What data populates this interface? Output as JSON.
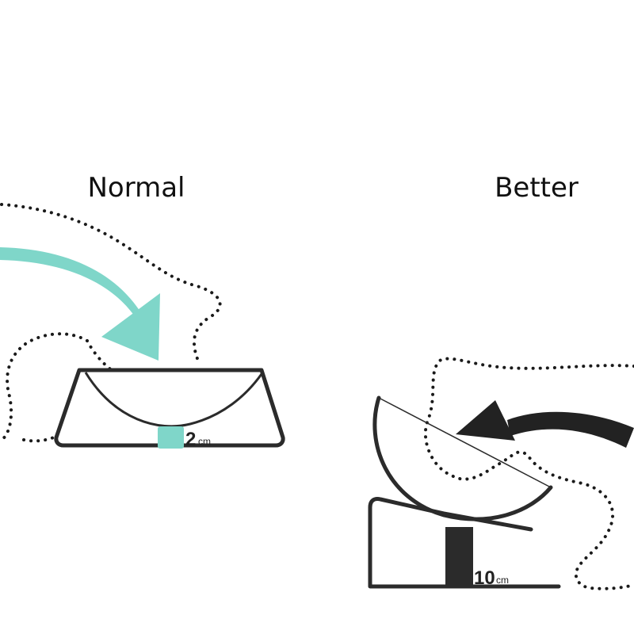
{
  "panels": {
    "normal": {
      "title": "Normal",
      "height_value": "2",
      "height_unit": "cm"
    },
    "better": {
      "title": "Better",
      "height_value": "10",
      "height_unit": "cm"
    }
  },
  "colors": {
    "line": "#2b2b2b",
    "accent": "#7fd6c9",
    "arrow_dark": "#222222",
    "background": "#ffffff"
  }
}
